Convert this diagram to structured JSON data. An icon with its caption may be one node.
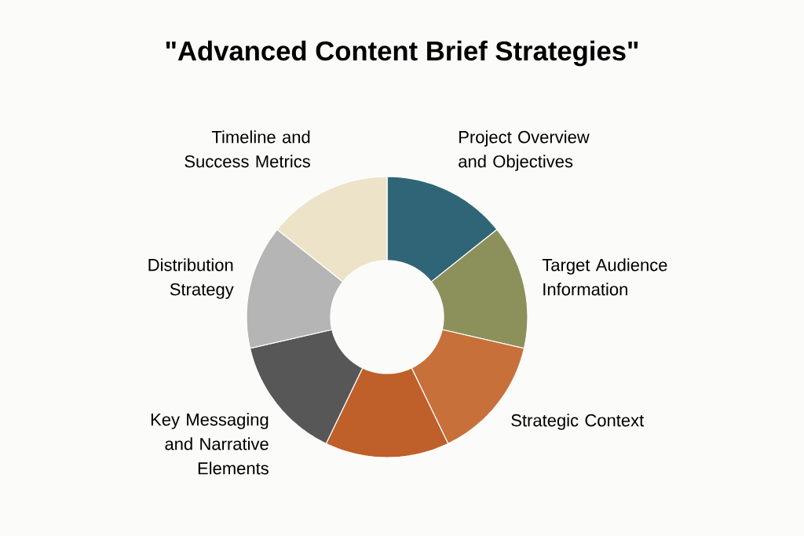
{
  "diagram": {
    "title": "\"Advanced Content Brief Strategies\"",
    "nodes": [
      {
        "text": [],
        "shape": "wedge",
        "beside": [
          "Project Overview and Objectives"
        ]
      },
      {
        "text": [],
        "shape": "wedge",
        "beside": [
          "Target Audience Information"
        ]
      },
      {
        "text": [],
        "shape": "wedge",
        "beside": [
          "Strategic Context"
        ]
      },
      {
        "text": [],
        "shape": "wedge"
      },
      {
        "text": [],
        "shape": "wedge",
        "beside": [
          "Key Messaging and Narrative Elements"
        ]
      },
      {
        "text": [],
        "shape": "wedge",
        "beside": [
          "Distribution Strategy"
        ]
      },
      {
        "text": [],
        "shape": "wedge",
        "beside": [
          "Timeline and Success Metrics"
        ]
      }
    ]
  }
}
